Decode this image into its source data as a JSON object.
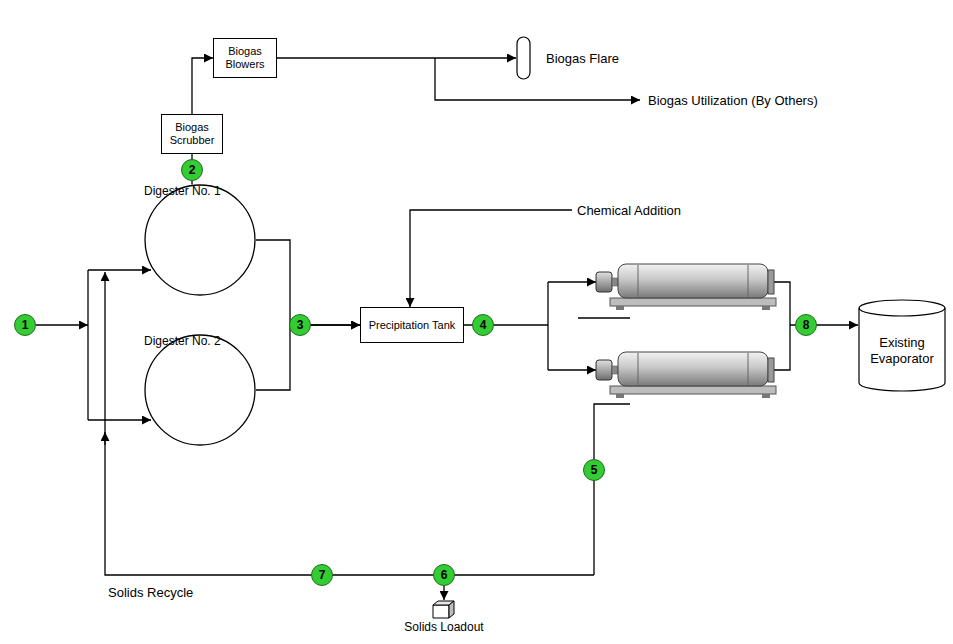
{
  "diagram": {
    "nodes": [
      {
        "text": [
          "Biogas Blowers"
        ]
      },
      {
        "text": [
          "Biogas Flare"
        ]
      },
      {
        "text": [
          "Biogas Scrubber"
        ]
      },
      {
        "text": [
          "Digester No. 1"
        ]
      },
      {
        "text": [
          "Precipitation Tank"
        ]
      },
      {
        "text": [
          "Existing Evaporator"
        ]
      },
      {
        "text": [
          "Digester No. 2"
        ]
      },
      {
        "text": [
          "Solids Loadout"
        ]
      }
    ],
    "edges": [
      {
        "from": 3,
        "to": 2,
        "arrow": "none"
      },
      {
        "from": 2,
        "to": 0,
        "arrow": "to"
      },
      {
        "from": 0,
        "to": 1,
        "arrow": "to"
      },
      {
        "from": 3,
        "to": 4,
        "arrow": "to"
      },
      {
        "from": 6,
        "to": 4,
        "arrow": "to"
      }
    ],
    "labels": [
      "Biogas Utilization (By Others)",
      "Chemical Addition",
      "1",
      "2",
      "3",
      "4",
      "5",
      "6",
      "7",
      "8",
      "Solids Recycle"
    ]
  }
}
